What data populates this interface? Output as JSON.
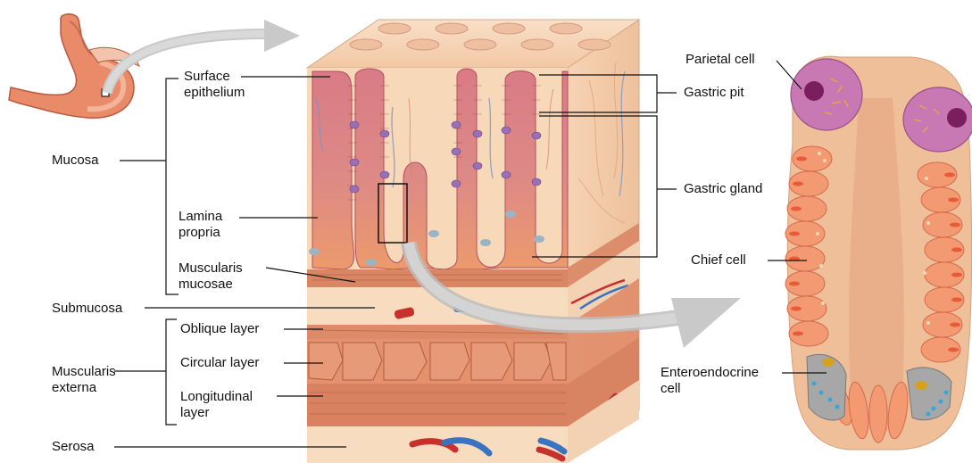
{
  "labels": {
    "surface_epithelium": [
      "Surface",
      "epithelium"
    ],
    "mucosa": "Mucosa",
    "lamina_propria": [
      "Lamina",
      "propria"
    ],
    "muscularis_mucosae": [
      "Muscularis",
      "mucosae"
    ],
    "submucosa": "Submucosa",
    "oblique_layer": "Oblique layer",
    "circular_layer": "Circular layer",
    "muscularis_externa": [
      "Muscularis",
      "externa"
    ],
    "longitudinal_layer": [
      "Longitudinal",
      "layer"
    ],
    "serosa": "Serosa",
    "parietal_cell": "Parietal cell",
    "gastric_pit": "Gastric pit",
    "gastric_gland": "Gastric gland",
    "chief_cell": "Chief cell",
    "enteroendocrine_cell": [
      "Enteroendocrine",
      "cell"
    ]
  },
  "colors": {
    "tissue": "#f7d7b5",
    "tissue_dark": "#e9b48c",
    "muscle": "#dd8a68",
    "muscle_dark": "#b65a40",
    "gland_pink": "#d98585",
    "gland_orange": "#ec9a6c",
    "vessel_red": "#c8302c",
    "vessel_blue": "#3a73c0",
    "arrow_gray": "#c9c9c9",
    "parietal": "#c879b3",
    "enteroendocrine": "#a7a7a7"
  }
}
